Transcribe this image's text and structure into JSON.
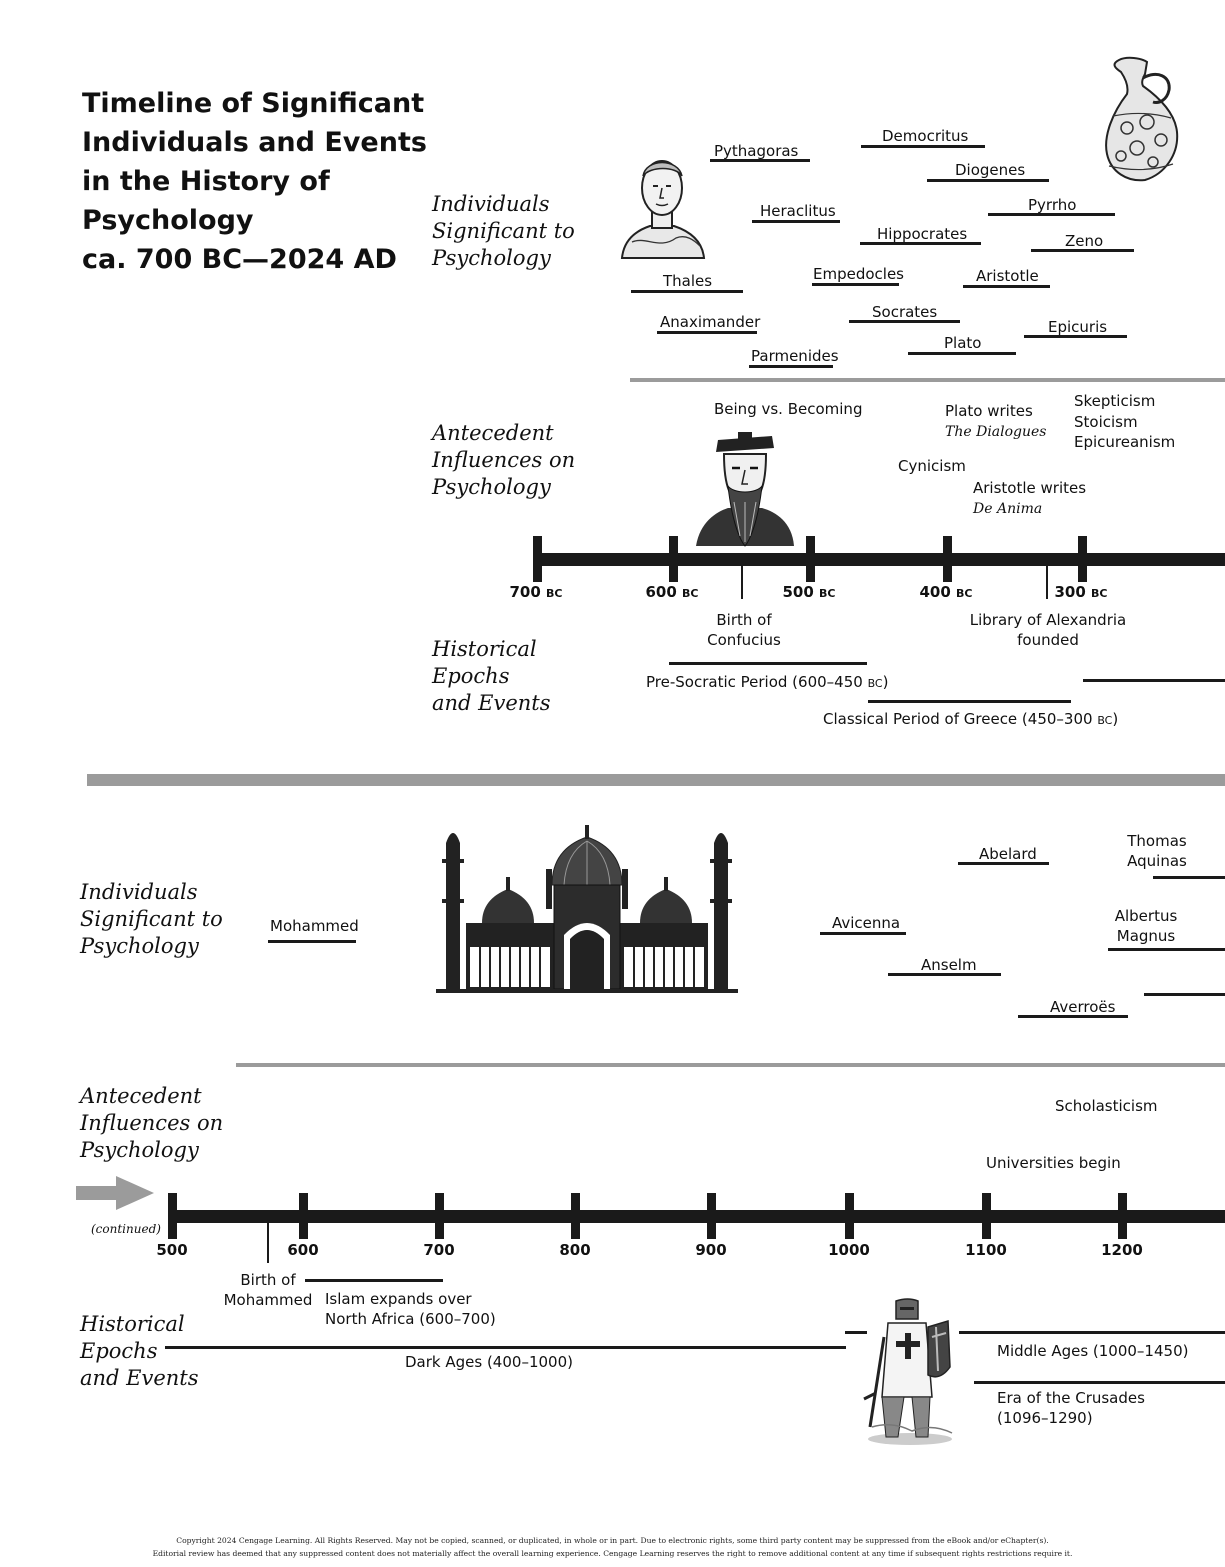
{
  "title": {
    "lines": [
      "Timeline of Significant",
      "Individuals and Events",
      "in the History of",
      "Psychology",
      "ca. 700 BC—2024 AD"
    ]
  },
  "sections": {
    "individuals": [
      "Individuals",
      "Significant to",
      "Psychology"
    ],
    "antecedents": [
      "Antecedent",
      "Influences on",
      "Psychology"
    ],
    "historical": [
      "Historical",
      "Epochs",
      "and Events"
    ]
  },
  "panel1": {
    "individuals": [
      "Pythagoras",
      "Democritus",
      "Diogenes",
      "Heraclitus",
      "Pyrrho",
      "Hippocrates",
      "Zeno",
      "Thales",
      "Empedocles",
      "Aristotle",
      "Socrates",
      "Anaximander",
      "Epicuris",
      "Plato",
      "Parmenides"
    ],
    "antecedents": {
      "being": "Being vs. Becoming",
      "plato_line1": "Plato writes",
      "plato_line2": "The Dialogues",
      "skepticism": "Skepticism",
      "stoicism": "Stoicism",
      "epicureanism": "Epicureanism",
      "cynicism": "Cynicism",
      "aristotle_line1": "Aristotle writes",
      "aristotle_line2": "De Anima"
    },
    "ticks": [
      {
        "num": "700",
        "era": "BC"
      },
      {
        "num": "600",
        "era": "BC"
      },
      {
        "num": "500",
        "era": "BC"
      },
      {
        "num": "400",
        "era": "BC"
      },
      {
        "num": "300",
        "era": "BC"
      }
    ],
    "events": {
      "confucius_line1": "Birth of",
      "confucius_line2": "Confucius",
      "library_line1": "Library of Alexandria",
      "library_line2": "founded",
      "presocratic": "Pre-Socratic Period (600–450",
      "presocratic_era": "BC",
      "classical": "Classical Period of Greece (450–300",
      "classical_era": "BC"
    }
  },
  "panel2": {
    "continued": "(continued)",
    "individuals": {
      "mohammed": "Mohammed",
      "abelard": "Abelard",
      "thomas_line1": "Thomas",
      "thomas_line2": "Aquinas",
      "avicenna": "Avicenna",
      "albertus_line1": "Albertus",
      "albertus_line2": "Magnus",
      "anselm": "Anselm",
      "averroes": "Averroës"
    },
    "antecedents": {
      "scholasticism": "Scholasticism",
      "universities": "Universities begin"
    },
    "ticks": [
      "500",
      "600",
      "700",
      "800",
      "900",
      "1000",
      "1100",
      "1200"
    ],
    "events": {
      "mohammed_birth_line1": "Birth of",
      "mohammed_birth_line2": "Mohammed",
      "islam_line1": "Islam expands over",
      "islam_line2": "North Africa (600–700)",
      "dark_ages": "Dark Ages (400–1000)",
      "middle_ages": "Middle Ages (1000–1450)",
      "crusades_line1": "Era of the Crusades",
      "crusades_line2": "(1096–1290)"
    }
  },
  "footer": {
    "line1": "Copyright 2024 Cengage Learning. All Rights Reserved. May not be copied, scanned, or duplicated, in whole or in part. Due to electronic rights, some third party content may be suppressed from the eBook and/or eChapter(s).",
    "line2": "Editorial review has deemed that any suppressed content does not materially affect the overall learning experience. Cengage Learning reserves the right to remove additional content at any time if subsequent rights restrictions require it."
  },
  "colors": {
    "ink": "#1a1a1a",
    "separator": "#9b9b9b",
    "arrow": "#9b9b9b"
  },
  "icons": [
    "greek-vase-icon",
    "greek-bust-icon",
    "confucius-portrait-icon",
    "mosque-icon",
    "crusader-knight-icon",
    "continued-arrow-icon"
  ]
}
